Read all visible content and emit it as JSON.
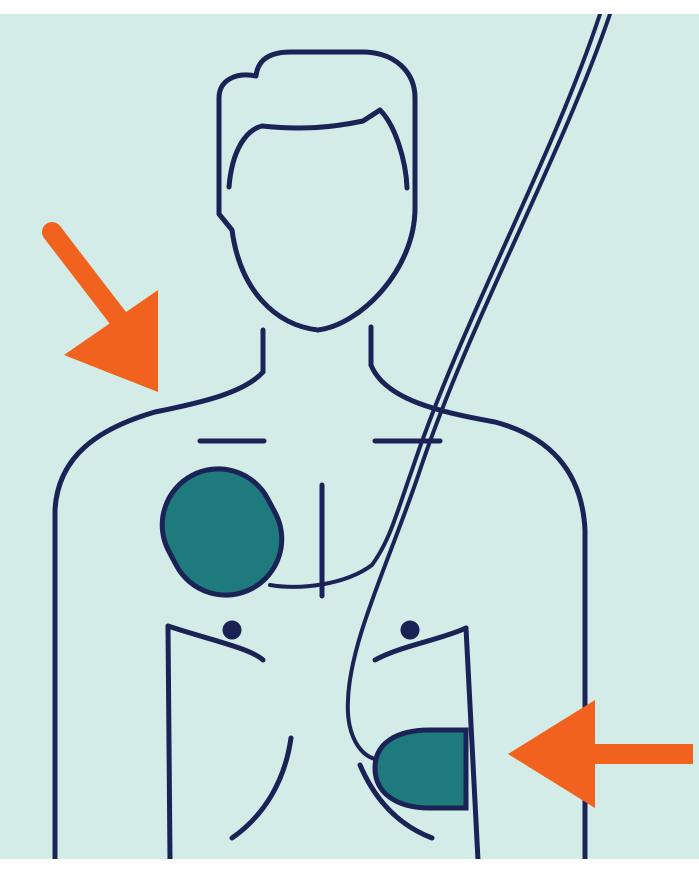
{
  "illustration": {
    "subject": "aed-pad-placement",
    "colors": {
      "background": "#d3ece8",
      "outline": "#1b2255",
      "pad": "#1f7a7d",
      "arrow": "#f2621f",
      "frame": "#ffffff"
    },
    "icons": [
      "person-torso-icon",
      "aed-pad-icon",
      "aed-cable-icon",
      "arrow-icon"
    ],
    "pads": [
      {
        "name": "upper-right-chest-pad"
      },
      {
        "name": "lower-left-side-pad"
      }
    ],
    "arrows": [
      {
        "name": "arrow-upper-pad",
        "direction": "down-right"
      },
      {
        "name": "arrow-lower-pad",
        "direction": "left"
      }
    ]
  }
}
